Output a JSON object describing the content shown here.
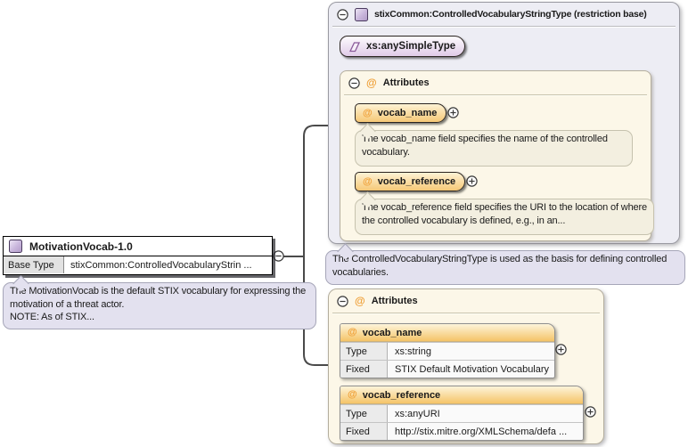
{
  "colors": {
    "panel_lavender": "#ededf4",
    "panel_cream": "#fcf7e8",
    "note_lavender": "#e3e1ef",
    "note_cream": "#f3efe0",
    "attribute_orange": "#f6c877",
    "at_icon_orange": "#ef9f35",
    "simple_type_purple": "#e0cbe8"
  },
  "root_element": {
    "title": "MotivationVocab-1.0",
    "base_type_label": "Base Type",
    "base_type_value": "stixCommon:ControlledVocabularyStrin ...",
    "annotation": "The MotivationVocab is the default STIX vocabulary for expressing the motivation of a threat actor.\nNOTE: As of STIX..."
  },
  "base_type_panel": {
    "title": "stixCommon:ControlledVocabularyStringType (restriction base)",
    "simple_type_label": "xs:anySimpleType",
    "attributes_title": "Attributes",
    "attributes": [
      {
        "name": "vocab_name",
        "annotation": "The vocab_name field specifies the name of the controlled vocabulary."
      },
      {
        "name": "vocab_reference",
        "annotation": "The vocab_reference field specifies the URI to the location of where the controlled vocabulary is defined, e.g., in an..."
      }
    ],
    "annotation": "The ControlledVocabularyStringType is used as the basis for defining controlled vocabularies."
  },
  "attributes_panel": {
    "title": "Attributes",
    "attributes": [
      {
        "name": "vocab_name",
        "type_label": "Type",
        "type_value": "xs:string",
        "fixed_label": "Fixed",
        "fixed_value": "STIX Default Motivation Vocabulary"
      },
      {
        "name": "vocab_reference",
        "type_label": "Type",
        "type_value": "xs:anyURI",
        "fixed_label": "Fixed",
        "fixed_value": "http://stix.mitre.org/XMLSchema/defa ..."
      }
    ]
  }
}
